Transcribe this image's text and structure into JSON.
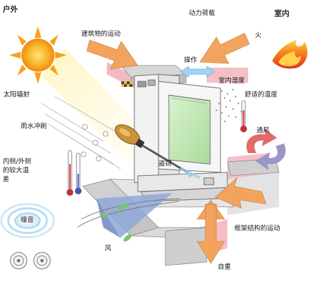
{
  "labels": {
    "outdoor": "户外",
    "indoor": "室内",
    "dynamic_load": "动力荷载",
    "fire": "火",
    "building_movement": "建筑物的运动",
    "operation": "操作",
    "solar_radiation": "太阳辐射",
    "indoor_humidity": "室内湿度",
    "comfort_temperature": "舒适的温度",
    "rain_wash": "雨水冲刷",
    "ventilation": "通风",
    "temperature_difference": "内侧/外侧的较大温差",
    "burglary": "盗窃",
    "noise": "噪音",
    "frame_movement": "框架结构的运动",
    "wind": "风",
    "gravity": "自重"
  },
  "colors": {
    "arrow_orange": "#f2a35e",
    "arrow_blue": "#9fd3ee",
    "arrow_purple": "#9a96c8",
    "glass_green": "#bfe6b4",
    "sun": "#f6a21a",
    "pink_band": "#f3b9c0",
    "thermometer_red": "#d8262a"
  }
}
